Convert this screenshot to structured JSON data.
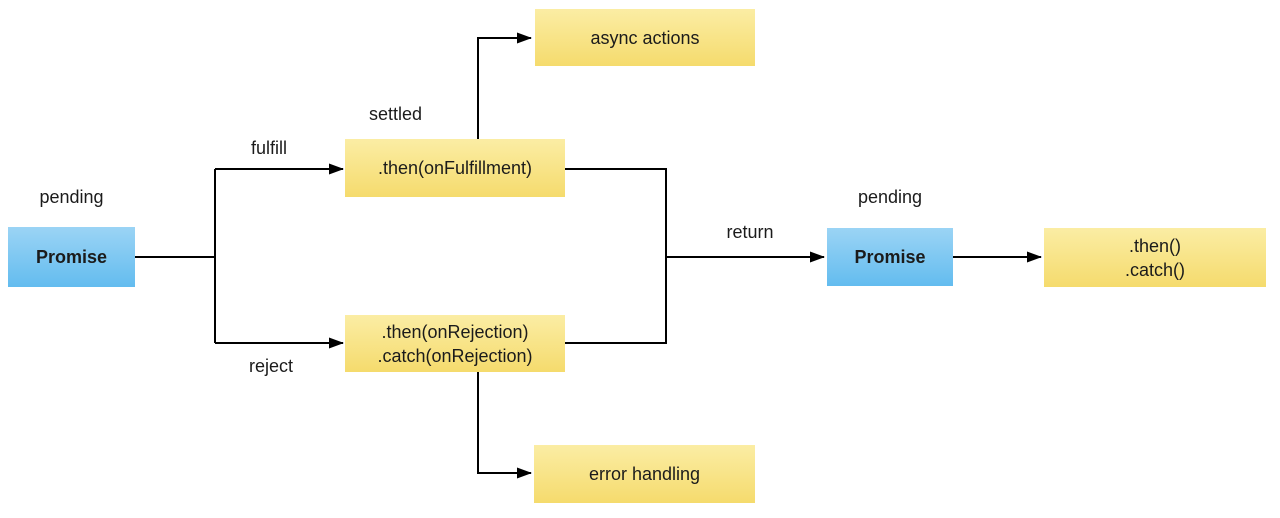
{
  "nodes": {
    "promise_initial": {
      "label": "Promise",
      "state": "pending"
    },
    "then_fulfillment": {
      "label": ".then(onFulfillment)",
      "state": "settled"
    },
    "async_actions": {
      "label": "async actions"
    },
    "then_rejection": {
      "lines": [
        ".then(onRejection)",
        ".catch(onRejection)"
      ]
    },
    "error_handling": {
      "label": "error handling"
    },
    "promise_returned": {
      "label": "Promise",
      "state": "pending"
    },
    "then_catch": {
      "lines": [
        ".then()",
        ".catch()"
      ]
    }
  },
  "edges": {
    "fulfill_label": "fulfill",
    "reject_label": "reject",
    "return_label": "return"
  },
  "colors": {
    "promise_top": "#9bd4f5",
    "promise_bottom": "#63bcef",
    "action_top": "#fbeda4",
    "action_bottom": "#f5db6d",
    "line": "#000000",
    "text": "#1b1b1b",
    "background": "#ffffff"
  }
}
